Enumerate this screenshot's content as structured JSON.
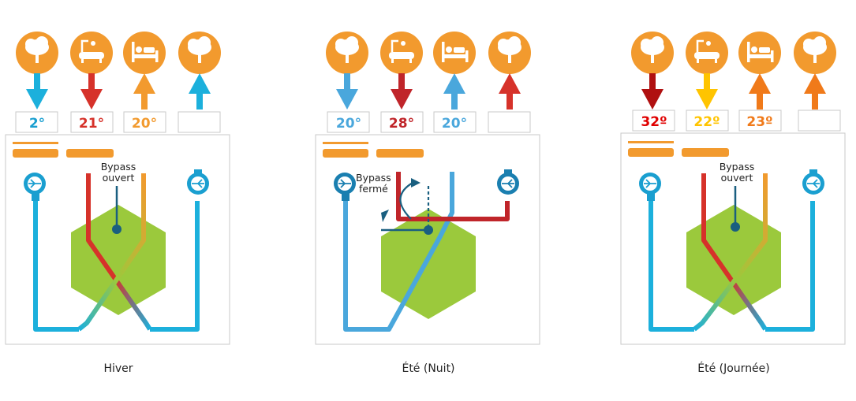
{
  "colors": {
    "orange": "#f29a2e",
    "orange_dark": "#e07b1a",
    "blue": "#1cb0dc",
    "blue_light": "#4aa7dc",
    "red": "#d6322a",
    "yellow": "#ffc400",
    "green": "#9bc93c",
    "box_border": "#c8c8c8",
    "box_fill": "#ffffff",
    "icon_fill": "#ffffff",
    "text": "#222222"
  },
  "icons": [
    "tree-icon",
    "bath-icon",
    "bed-icon",
    "tree-icon"
  ],
  "panels": [
    {
      "caption": "Hiver",
      "temps": [
        {
          "label": "2°",
          "color": "#1a9fd0"
        },
        {
          "label": "21°",
          "color": "#d6322a"
        },
        {
          "label": "20°",
          "color": "#f29a2e"
        },
        {
          "label": "",
          "color": "#222222"
        }
      ],
      "bypass": {
        "line1": "Bypass",
        "line2": "ouvert",
        "state": "open"
      }
    },
    {
      "caption": "Été (Nuit)",
      "temps": [
        {
          "label": "20°",
          "color": "#4aa7dc"
        },
        {
          "label": "28°",
          "color": "#c0252a"
        },
        {
          "label": "20°",
          "color": "#4aa7dc"
        },
        {
          "label": "",
          "color": "#222222"
        }
      ],
      "bypass": {
        "line1": "Bypass",
        "line2": "fermé",
        "state": "closed"
      }
    },
    {
      "caption": "Été (Journée)",
      "temps": [
        {
          "label": "32º",
          "color": "#e00000"
        },
        {
          "label": "22º",
          "color": "#ffc400"
        },
        {
          "label": "23º",
          "color": "#f07a1a"
        },
        {
          "label": "",
          "color": "#222222"
        }
      ],
      "bypass": {
        "line1": "Bypass",
        "line2": "ouvert",
        "state": "open"
      }
    }
  ]
}
